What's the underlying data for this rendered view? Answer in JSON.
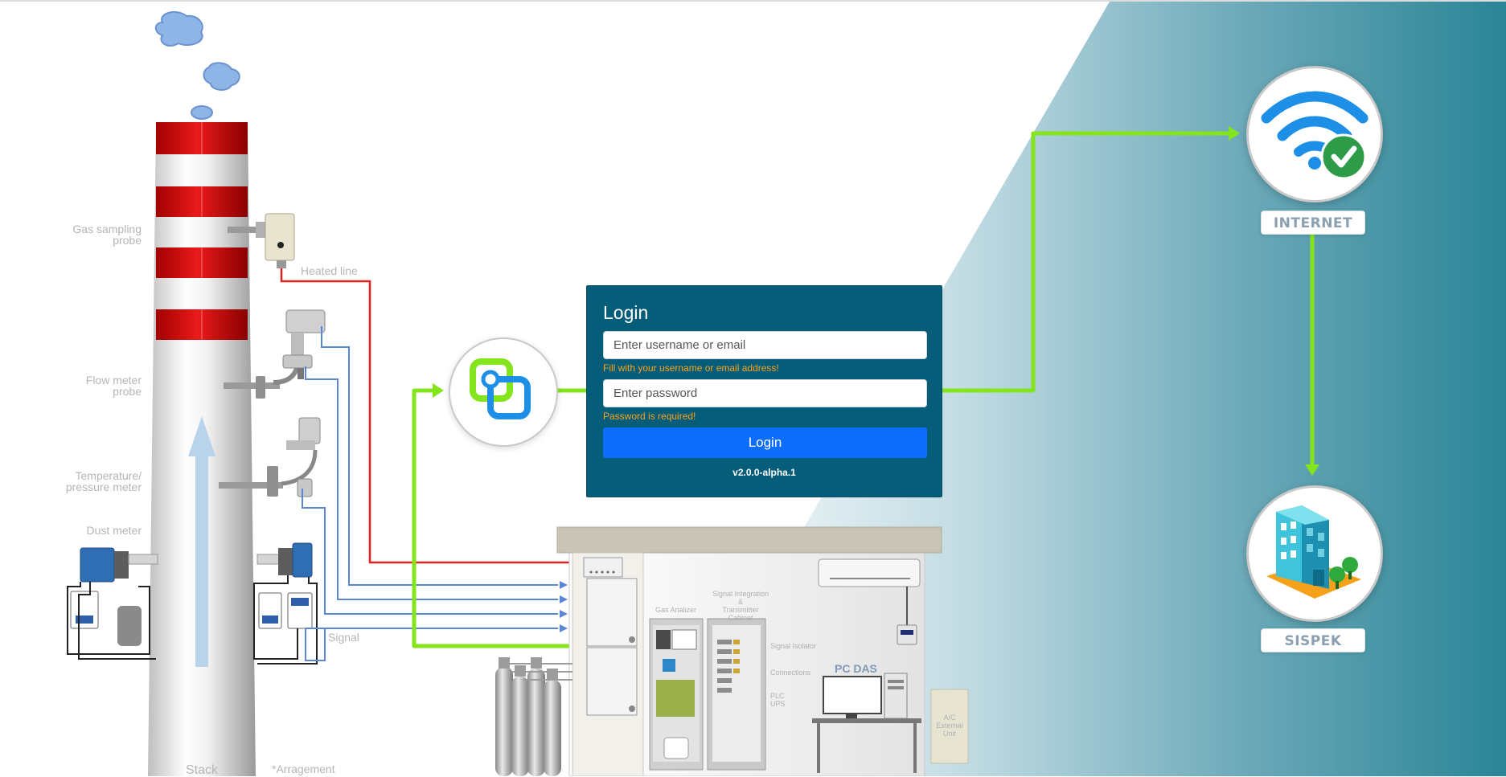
{
  "labels": {
    "gas_sampling_probe_1": "Gas sampling",
    "gas_sampling_probe_2": "probe",
    "flow_meter_probe_1": "Flow meter",
    "flow_meter_probe_2": "probe",
    "temp_pressure_1": "Temperature/",
    "temp_pressure_2": "pressure meter",
    "dust_meter": "Dust meter",
    "heated_line": "Heated line",
    "signal": "Signal",
    "stack": "Stack",
    "arrangement": "*Arragement",
    "gas_analizer": "Gas Analizer",
    "signal_integration_1": "Signal Integration",
    "signal_integration_2": "&",
    "signal_integration_3": "Transmitter Cabinet",
    "signal_isolator": "Signal Isolator",
    "connections": "Connections",
    "plc": "PLC",
    "ups": "UPS",
    "pc_das": "PC DAS",
    "ac_external_1": "A/C",
    "ac_external_2": "External",
    "ac_external_3": "Unit",
    "internet": "INTERNET",
    "sispek": "SISPEK"
  },
  "login": {
    "title": "Login",
    "username_placeholder": "Enter username or email",
    "username_hint": "Fill with your username or email address!",
    "password_placeholder": "Enter password",
    "password_hint": "Password is required!",
    "button_label": "Login",
    "version": "v2.0.0-alpha.1"
  },
  "icons": {
    "app_logo": "linked-squares-icon",
    "internet": "wifi-check-icon",
    "sispek": "office-building-icon"
  },
  "colors": {
    "login_bg": "#055d79",
    "login_button": "#0d6efd",
    "hint": "#f8a31c",
    "flow_arrow": "#84e51c",
    "heated_line": "#e52020",
    "signal_line": "#5b86d4",
    "teal_gradient_end": "#2b8697"
  }
}
